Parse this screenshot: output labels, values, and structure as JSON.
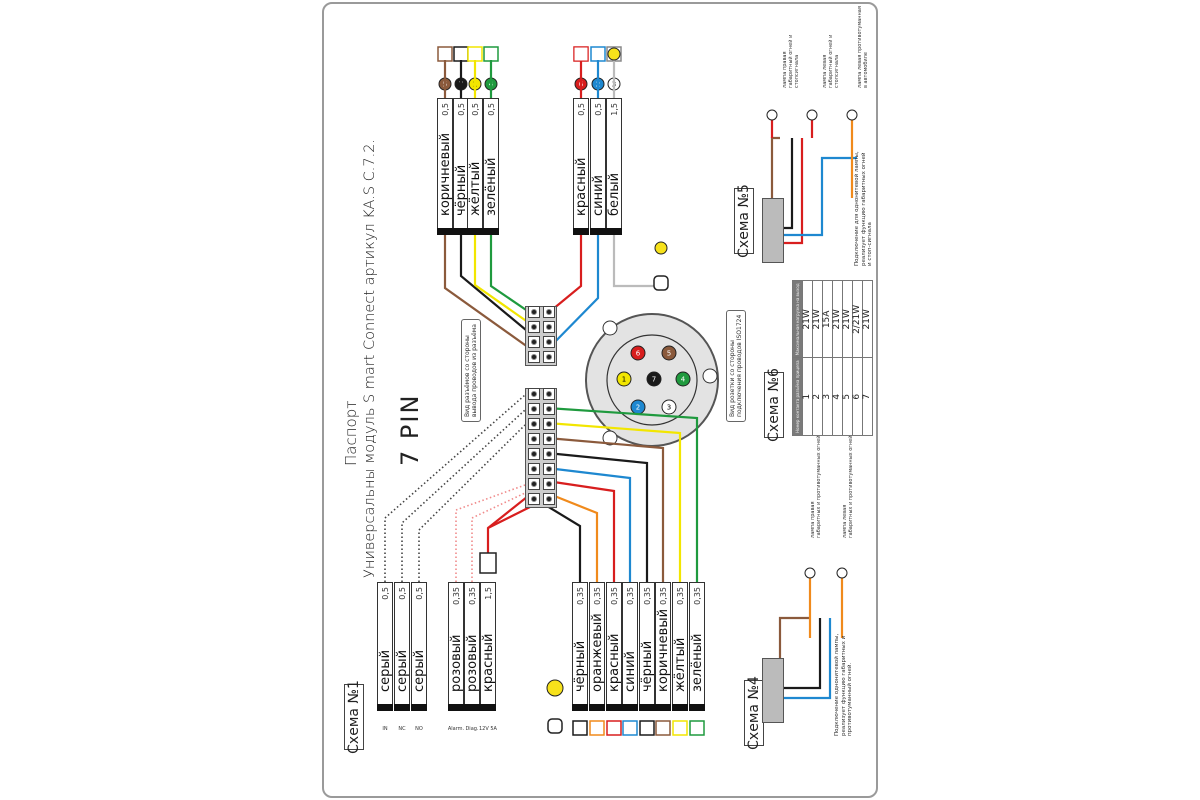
{
  "header": {
    "passport": "Паспорт",
    "title": "Универсальны модуль S mart Connect  артикул KA.S C.7.2.",
    "pin_label": "7 PIN"
  },
  "schemes": {
    "scheme1": "Схема №1",
    "scheme4": "Схема №4",
    "scheme5": "Схема №5",
    "scheme6": "Схема №6"
  },
  "top_wires": [
    {
      "name": "коричневый",
      "size": "0,5",
      "pin": "5",
      "color": "#8b5a3c"
    },
    {
      "name": "чёрный",
      "size": "0,5",
      "pin": "7",
      "color": "#1a1a1a"
    },
    {
      "name": "жёлтый",
      "size": "0,5",
      "pin": "1",
      "color": "#f2e600"
    },
    {
      "name": "зелёный",
      "size": "0,5",
      "pin": "4",
      "color": "#1f9a3e"
    },
    {
      "name": "красный",
      "size": "0,5",
      "pin": "6",
      "color": "#d81e1e"
    },
    {
      "name": "синий",
      "size": "0,5",
      "pin": "2",
      "color": "#1e88d0"
    },
    {
      "name": "белый",
      "size": "1,5",
      "pin": "3",
      "color": "#ffffff"
    }
  ],
  "left_wires": [
    {
      "name": "серый",
      "size": "0,5",
      "tag": "IN"
    },
    {
      "name": "серый",
      "size": "0,5",
      "tag": "NC"
    },
    {
      "name": "серый",
      "size": "0,5",
      "tag": "NO"
    },
    {
      "name": "розовый",
      "size": "0,35",
      "tag": "Alarm."
    },
    {
      "name": "розовый",
      "size": "0,35",
      "tag": "Diag."
    },
    {
      "name": "красный",
      "size": "1,5",
      "tag": "12V 5A"
    }
  ],
  "bottom_wires": [
    {
      "name": "чёрный",
      "size": "0,35",
      "color": "#1a1a1a"
    },
    {
      "name": "оранжевый",
      "size": "0,35",
      "color": "#f08a1c"
    },
    {
      "name": "красный",
      "size": "0,35",
      "color": "#d81e1e"
    },
    {
      "name": "синий",
      "size": "0,35",
      "color": "#1e88d0"
    },
    {
      "name": "чёрный",
      "size": "0,35",
      "color": "#1a1a1a"
    },
    {
      "name": "коричневый",
      "size": "0,35",
      "color": "#8b5a3c"
    },
    {
      "name": "жёлтый",
      "size": "0,35",
      "color": "#f2e600"
    },
    {
      "name": "зелёный",
      "size": "0,35",
      "color": "#1f9a3e"
    }
  ],
  "notes": {
    "connector_view": "Вид разъёмов со стороны\nвывода проводов из разъёма",
    "socket_view": "Вид розетки со стороны\nподключения проводов ISO1724",
    "scheme5_note": "Подключение для однонитевой лампы,\nреализует функцию габаритных огней\nи стоп-сигнала",
    "scheme4_note": "Подключение однонитевой лампы,\nреализует функцию габаритных и\nпротивотуманный огней."
  },
  "scheme5_lamps": [
    {
      "side": "R",
      "desc": "лампа правая\nгабаритный огней и стопсигнала"
    },
    {
      "side": "L",
      "desc": "лампа левая\nгабаритный огней и стопсигнала"
    },
    {
      "side": "L",
      "desc": "лампа левая противотуманная\nв автомобиле"
    }
  ],
  "scheme4_lamps": [
    {
      "side": "R",
      "desc": "лампа правая\nгабаритных и противотуманных огней"
    },
    {
      "side": "L",
      "desc": "лампа левая\nгабаритных и противотуманных огней"
    }
  ],
  "scheme6_table": {
    "headers": [
      "Номер контакта разъёма прицепа",
      "Максимальная нагрузка на выход"
    ],
    "rows": [
      [
        "1",
        "21W"
      ],
      [
        "2",
        "21W"
      ],
      [
        "3",
        "15A"
      ],
      [
        "4",
        "21W"
      ],
      [
        "5",
        "21W"
      ],
      [
        "6",
        "2/21W"
      ],
      [
        "7",
        "21W"
      ]
    ]
  },
  "socket_pins": [
    {
      "num": "6",
      "color": "#d81e1e"
    },
    {
      "num": "5",
      "color": "#8b5a3c"
    },
    {
      "num": "1",
      "color": "#f2e600"
    },
    {
      "num": "7",
      "color": "#1a1a1a"
    },
    {
      "num": "4",
      "color": "#1f9a3e"
    },
    {
      "num": "2",
      "color": "#1e88d0"
    },
    {
      "num": "3",
      "color": "#ffffff"
    }
  ]
}
